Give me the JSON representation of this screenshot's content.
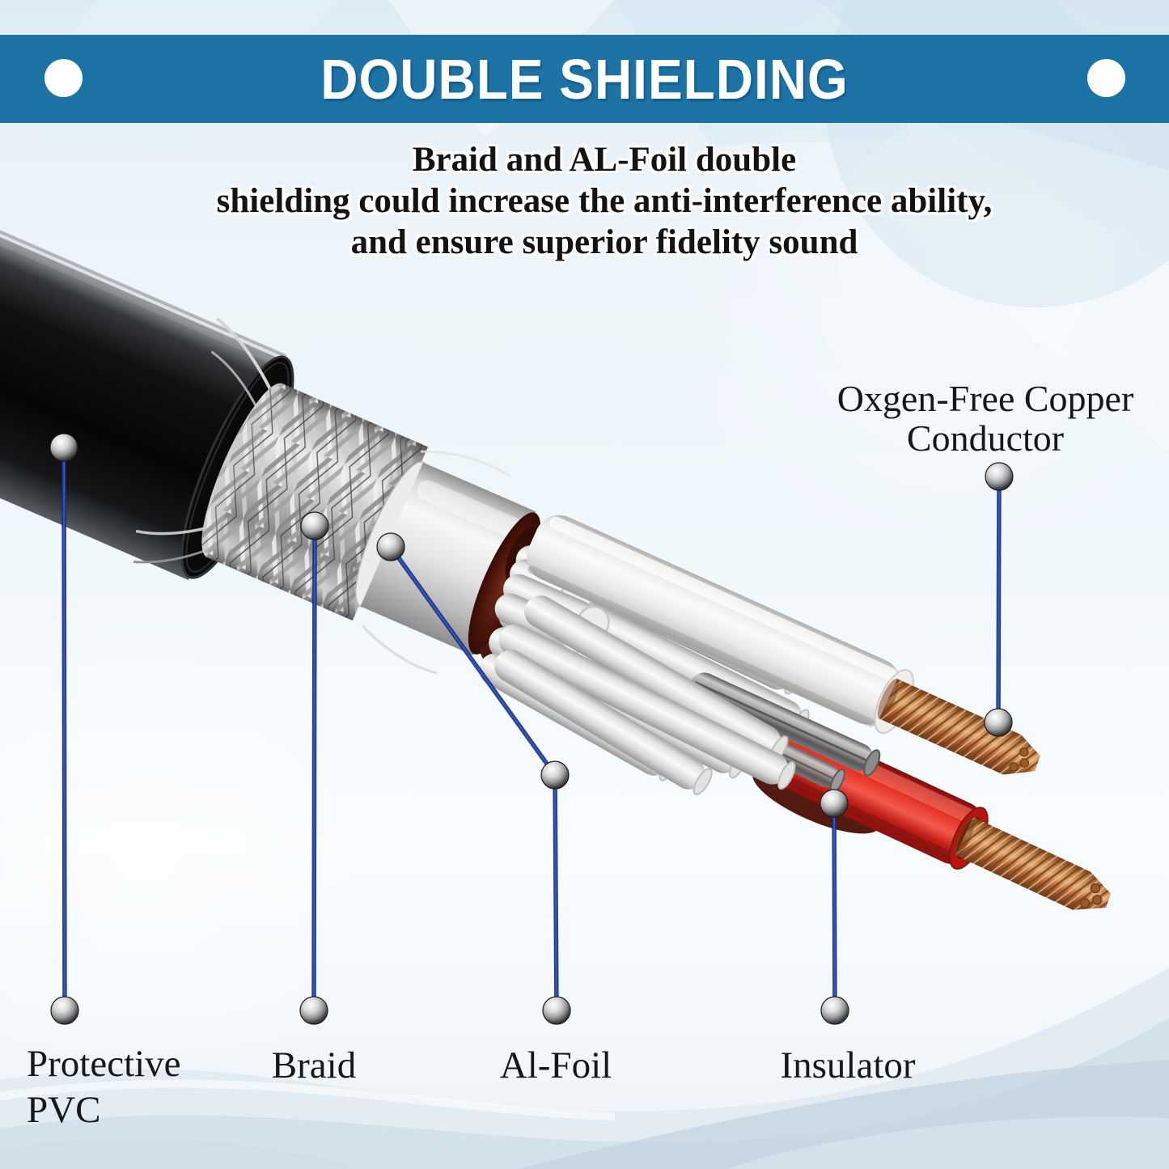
{
  "banner": {
    "title": "DOUBLE SHIELDING"
  },
  "description": {
    "lines": [
      "Braid and AL-Foil double",
      "shielding could increase the anti-interference ability,",
      "and ensure superior fidelity sound"
    ]
  },
  "callouts": {
    "copper_conductor": {
      "line1": "Oxgen-Free Copper",
      "line2": "Conductor"
    },
    "protective_pvc": {
      "line1": "Protective",
      "line2": "PVC"
    },
    "braid": {
      "label": "Braid"
    },
    "al_foil": {
      "label": "Al-Foil"
    },
    "insulator": {
      "label": "Insulator"
    }
  },
  "colors": {
    "banner-blue": "#1d73a6",
    "leader-blue": "#1e3c9c",
    "jacket-black": "#0d0e10",
    "braid-silver": "#c9c9c9",
    "foil-silver": "#e4e4e4",
    "wire-white": "#f4f4f2",
    "insulator-red": "#e23327",
    "copper": "#c08552",
    "background-blue": "#e8f2f8"
  }
}
